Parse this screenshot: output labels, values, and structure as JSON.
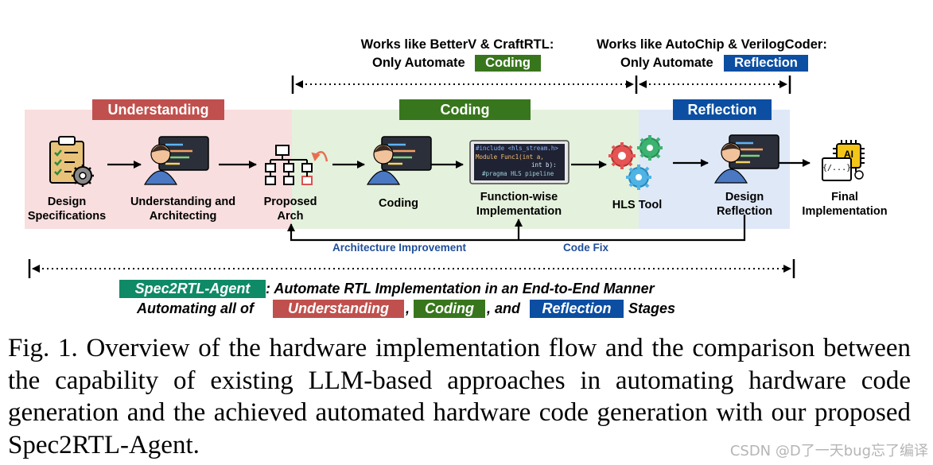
{
  "colors": {
    "understanding": "#c0504d",
    "coding": "#38761d",
    "reflection": "#0b4ea2",
    "spec2rtl": "#0f8a66",
    "understanding_bg": "#f8dede",
    "coding_bg": "#e4f1dc",
    "reflection_bg": "#dfe8f7",
    "link_blue": "#1f4e99"
  },
  "top_notes": {
    "betterv_line1": "Works like BetterV & CraftRTL:",
    "betterv_line2": "Only Automate",
    "betterv_badge": "Coding",
    "autochip_line1": "Works like AutoChip & VerilogCoder:",
    "autochip_line2": "Only Automate",
    "autochip_badge": "Reflection"
  },
  "stages": {
    "understanding": "Understanding",
    "coding": "Coding",
    "reflection": "Reflection"
  },
  "nodes": {
    "design_specs": [
      "Design",
      "Specifications"
    ],
    "understanding_arch": [
      "Understanding and",
      "Architecting"
    ],
    "proposed_arch": [
      "Proposed",
      "Arch"
    ],
    "coding": "Coding",
    "function_wise": [
      "Function-wise",
      "Implementation"
    ],
    "hls_tool": "HLS Tool",
    "design_reflection": [
      "Design",
      "Reflection"
    ],
    "final_impl": [
      "Final",
      "Implementation"
    ]
  },
  "code_snippet": {
    "line1": "#include <hls_stream.h>",
    "line2": "Module Func1(int a,",
    "line3": "int b):",
    "line4": "#pragma HLS pipeline"
  },
  "chip_label": "AI",
  "doc_icon_text": "{/...}",
  "feedback": {
    "arch_improvement": "Architecture Improvement",
    "code_fix": "Code Fix"
  },
  "bottom": {
    "agent_badge": "Spec2RTL-Agent",
    "line1_rest": ": Automate RTL Implementation in an End-to-End Manner",
    "line2_start": "Automating all of",
    "badge_understanding": "Understanding",
    "comma1": ",",
    "badge_coding": "Coding",
    "and_text": ", and",
    "badge_reflection": "Reflection",
    "stages_text": "Stages"
  },
  "caption": "Fig. 1.  Overview of the hardware implementation flow and the comparison between the capability of existing LLM-based approaches in automating hardware code generation and the achieved automated hardware code generation with our proposed Spec2RTL-Agent.",
  "watermark": "CSDN @D了一天bug忘了编译"
}
